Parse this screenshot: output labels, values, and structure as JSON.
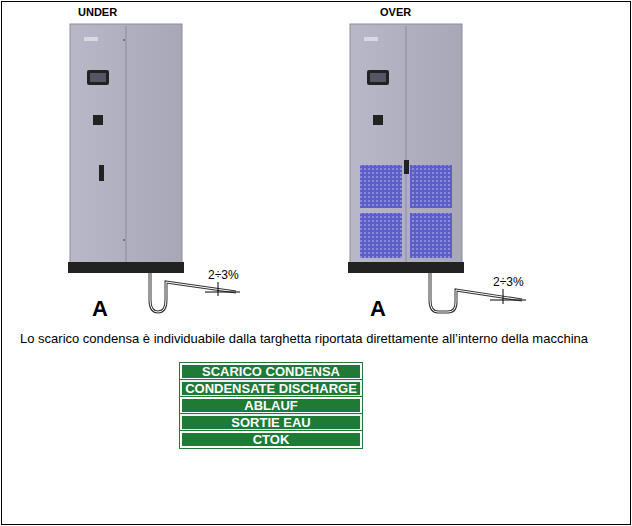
{
  "diagram": {
    "nodes": [
      {
        "text": [
          "SCARICO CONDENSA"
        ]
      },
      {
        "text": [
          "CONDENSATE DISCHARGE"
        ]
      },
      {
        "text": [
          "ABLAUF"
        ]
      },
      {
        "text": [
          "SORTIE EAU"
        ]
      },
      {
        "text": [
          "CTOK"
        ]
      }
    ],
    "labels": [
      "UNDER",
      "OVER",
      "2÷3%",
      "A",
      "2÷3%",
      "A",
      "Lo scarico condensa è individuabile dalla targhetta riportata direttamente all’interno della macchina"
    ]
  }
}
